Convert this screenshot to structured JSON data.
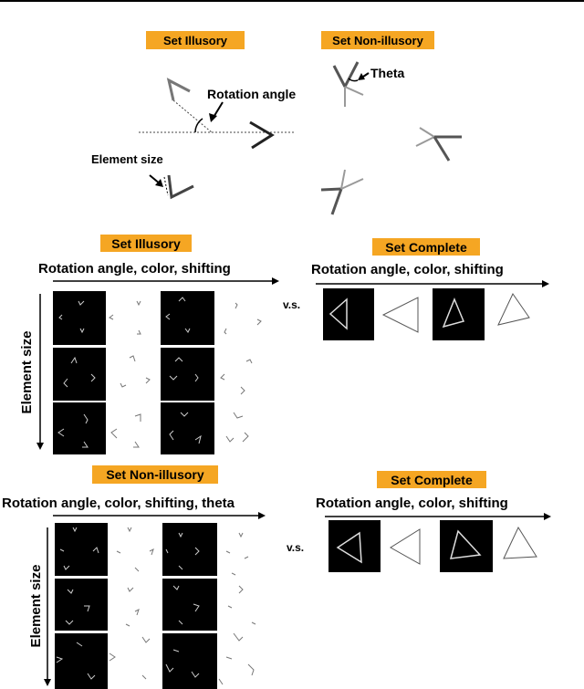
{
  "top_panel": {
    "illusory_tag": "Set Illusory",
    "non_illusory_tag": "Set Non-illusory",
    "rotation_angle_label": "Rotation angle",
    "element_size_label": "Element size",
    "theta_label": "Theta"
  },
  "middle_panel": {
    "illusory_tag": "Set Illusory",
    "complete_tag": "Set Complete",
    "illusory_axis_label": "Rotation angle, color, shifting",
    "complete_axis_label": "Rotation angle, color, shifting",
    "element_size_label": "Element size",
    "vs_label": "v.s."
  },
  "bottom_panel": {
    "non_illusory_tag": "Set Non-illusory",
    "complete_tag": "Set Complete",
    "non_illusory_axis_label": "Rotation angle, color, shifting, theta",
    "complete_axis_label": "Rotation angle, color, shifting",
    "element_size_label": "Element size",
    "vs_label": "v.s."
  },
  "colors": {
    "tag_background": "#f5a623",
    "cell_background": "#000000",
    "element_stroke": "#cccccc"
  }
}
